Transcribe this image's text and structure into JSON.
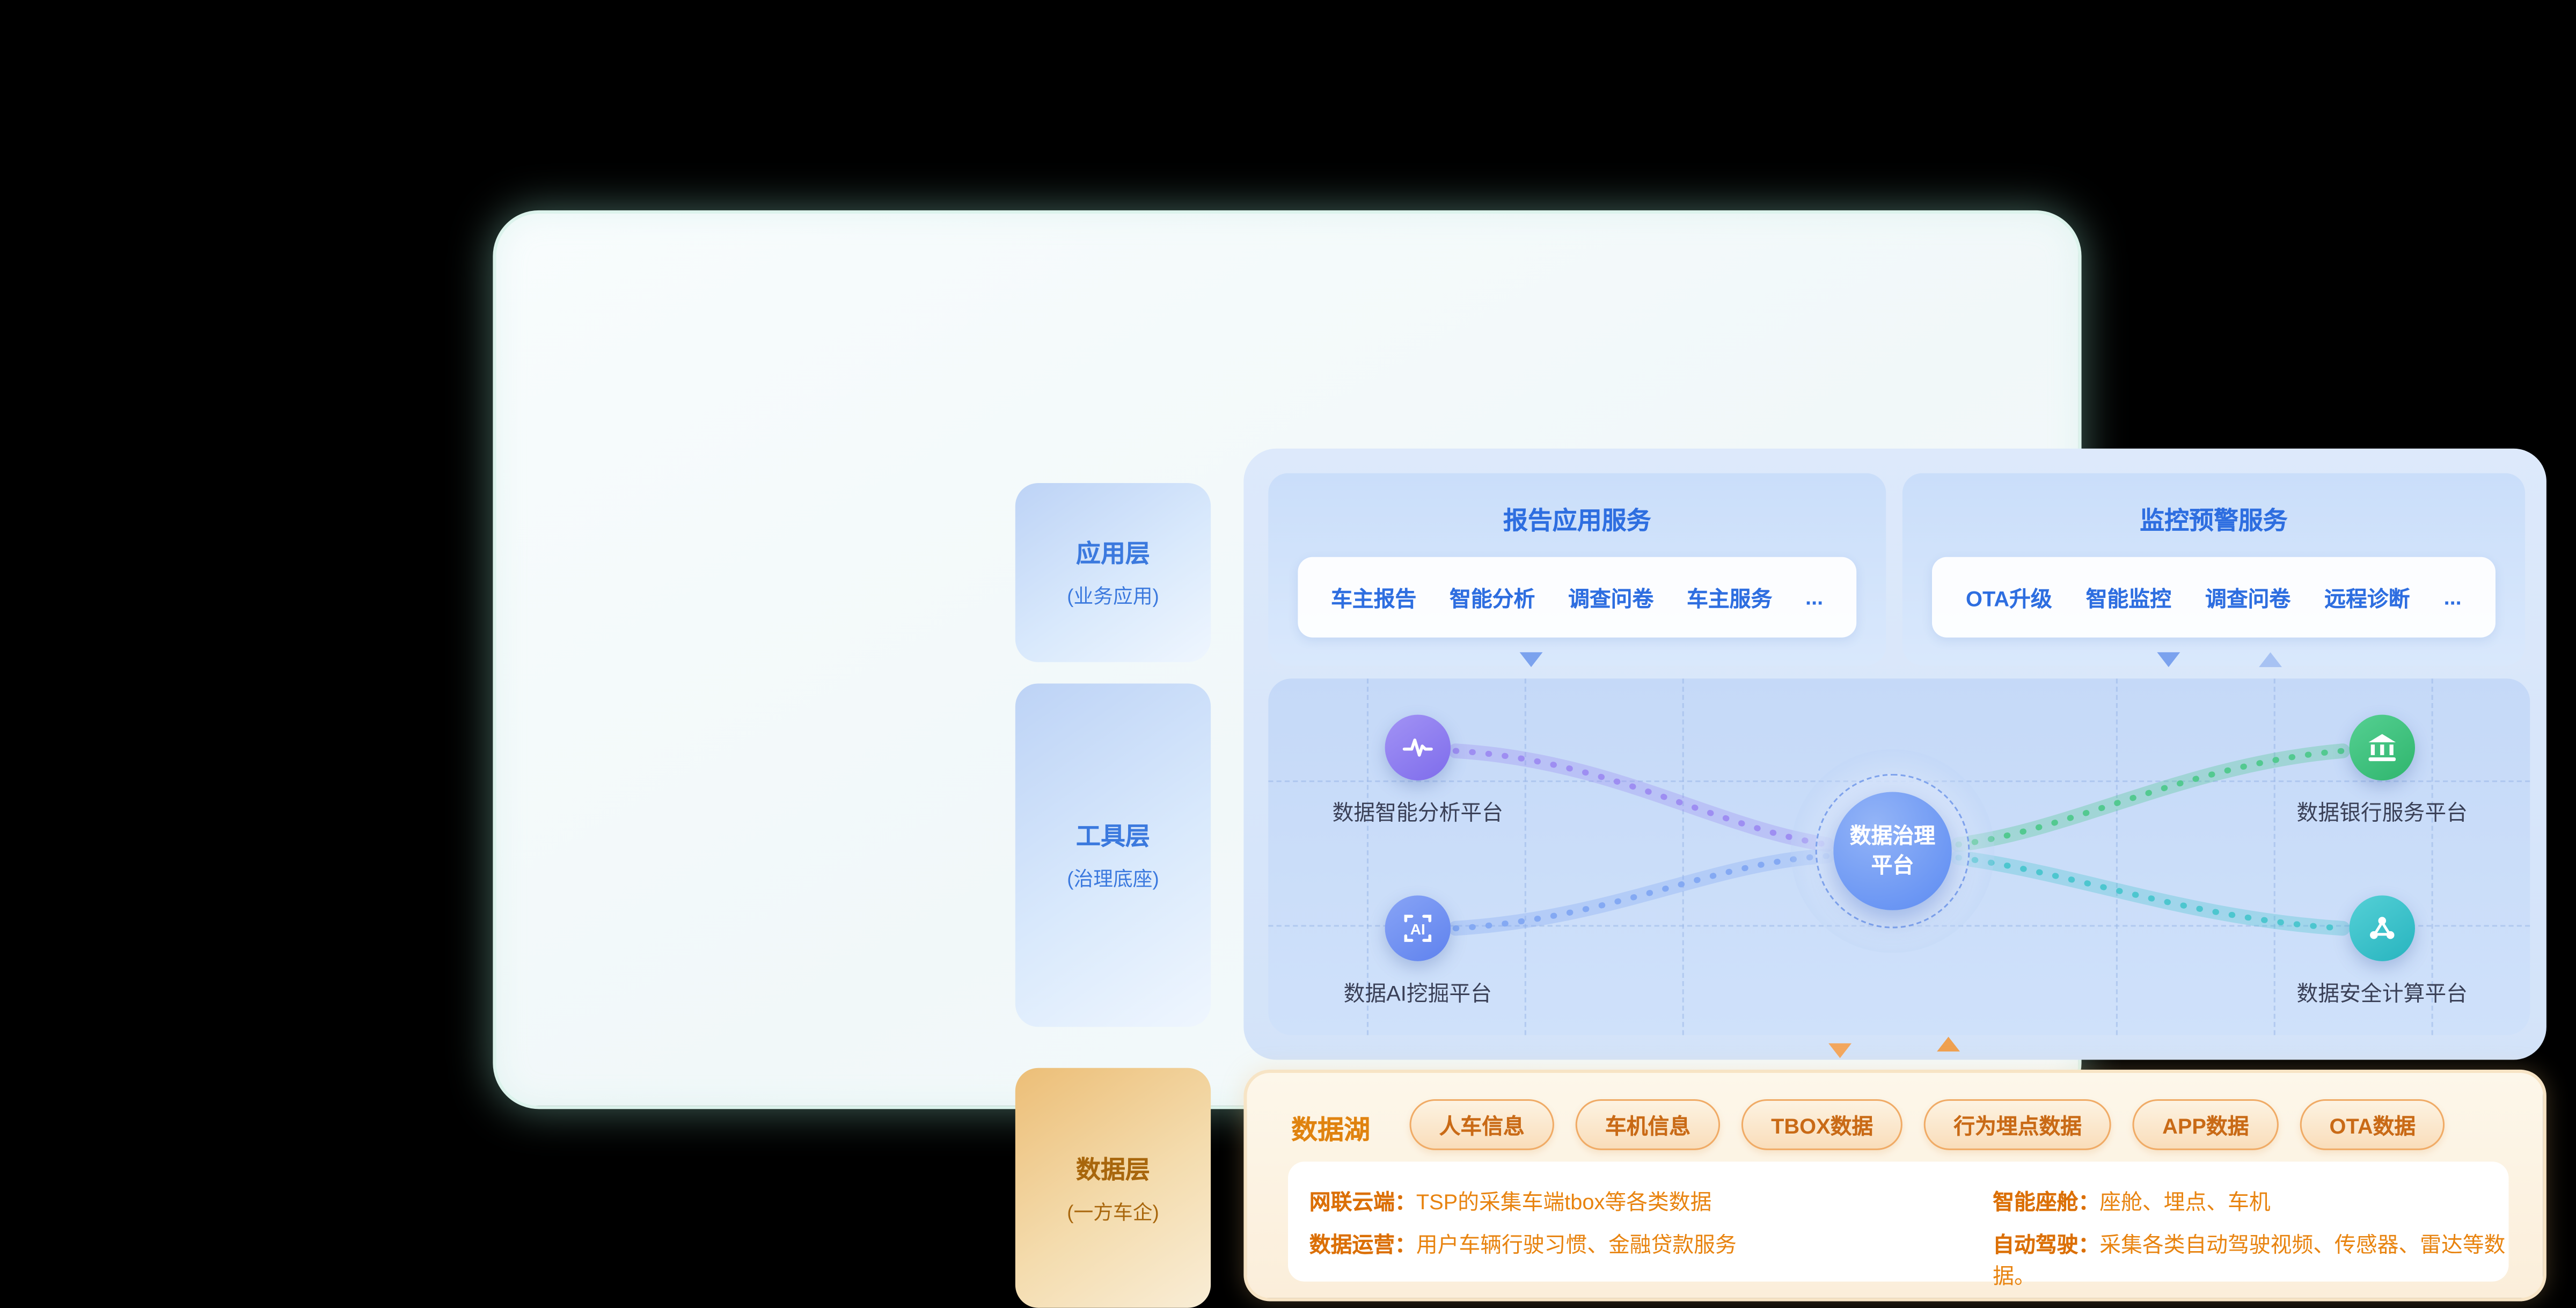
{
  "layers": [
    {
      "title": "应用层",
      "subtitle": "(业务应用)"
    },
    {
      "title": "工具层",
      "subtitle": "(治理底座)"
    },
    {
      "title": "数据层",
      "subtitle": "(一方车企)"
    }
  ],
  "services": {
    "report": {
      "title": "报告应用服务",
      "items": [
        "车主报告",
        "智能分析",
        "调查问卷",
        "车主服务",
        "..."
      ]
    },
    "monitor": {
      "title": "监控预警服务",
      "items": [
        "OTA升级",
        "智能监控",
        "调查问卷",
        "远程诊断",
        "..."
      ]
    }
  },
  "governance_center": {
    "line1": "数据治理",
    "line2": "平台"
  },
  "platforms": [
    {
      "name": "数据智能分析平台",
      "icon": "pulse-icon",
      "color": "#8F7CEF"
    },
    {
      "name": "数据AI挖掘平台",
      "icon": "ai-icon",
      "color": "#6D8EF2"
    },
    {
      "name": "数据银行服务平台",
      "icon": "bank-icon",
      "color": "#3EC37E"
    },
    {
      "name": "数据安全计算平台",
      "icon": "network-icon",
      "color": "#38C2CB"
    }
  ],
  "data_lake": {
    "title": "数据湖",
    "tags": [
      "人车信息",
      "车机信息",
      "TBOX数据",
      "行为埋点数据",
      "APP数据",
      "OTA数据"
    ],
    "details": [
      {
        "label": "网联云端：",
        "text": "TSP的采集车端tbox等各类数据"
      },
      {
        "label": "数据运营：",
        "text": "用户车辆行驶习惯、金融贷款服务"
      },
      {
        "label": "智能座舱：",
        "text": "座舱、埋点、车机"
      },
      {
        "label": "自动驾驶：",
        "text": "采集各类自动驾驶视频、传感器、雷达等数据。"
      }
    ]
  },
  "colors": {
    "accent_blue": "#2E6EE0",
    "accent_orange": "#E0830F",
    "panel_glow_teal": "#CFF0E6"
  }
}
